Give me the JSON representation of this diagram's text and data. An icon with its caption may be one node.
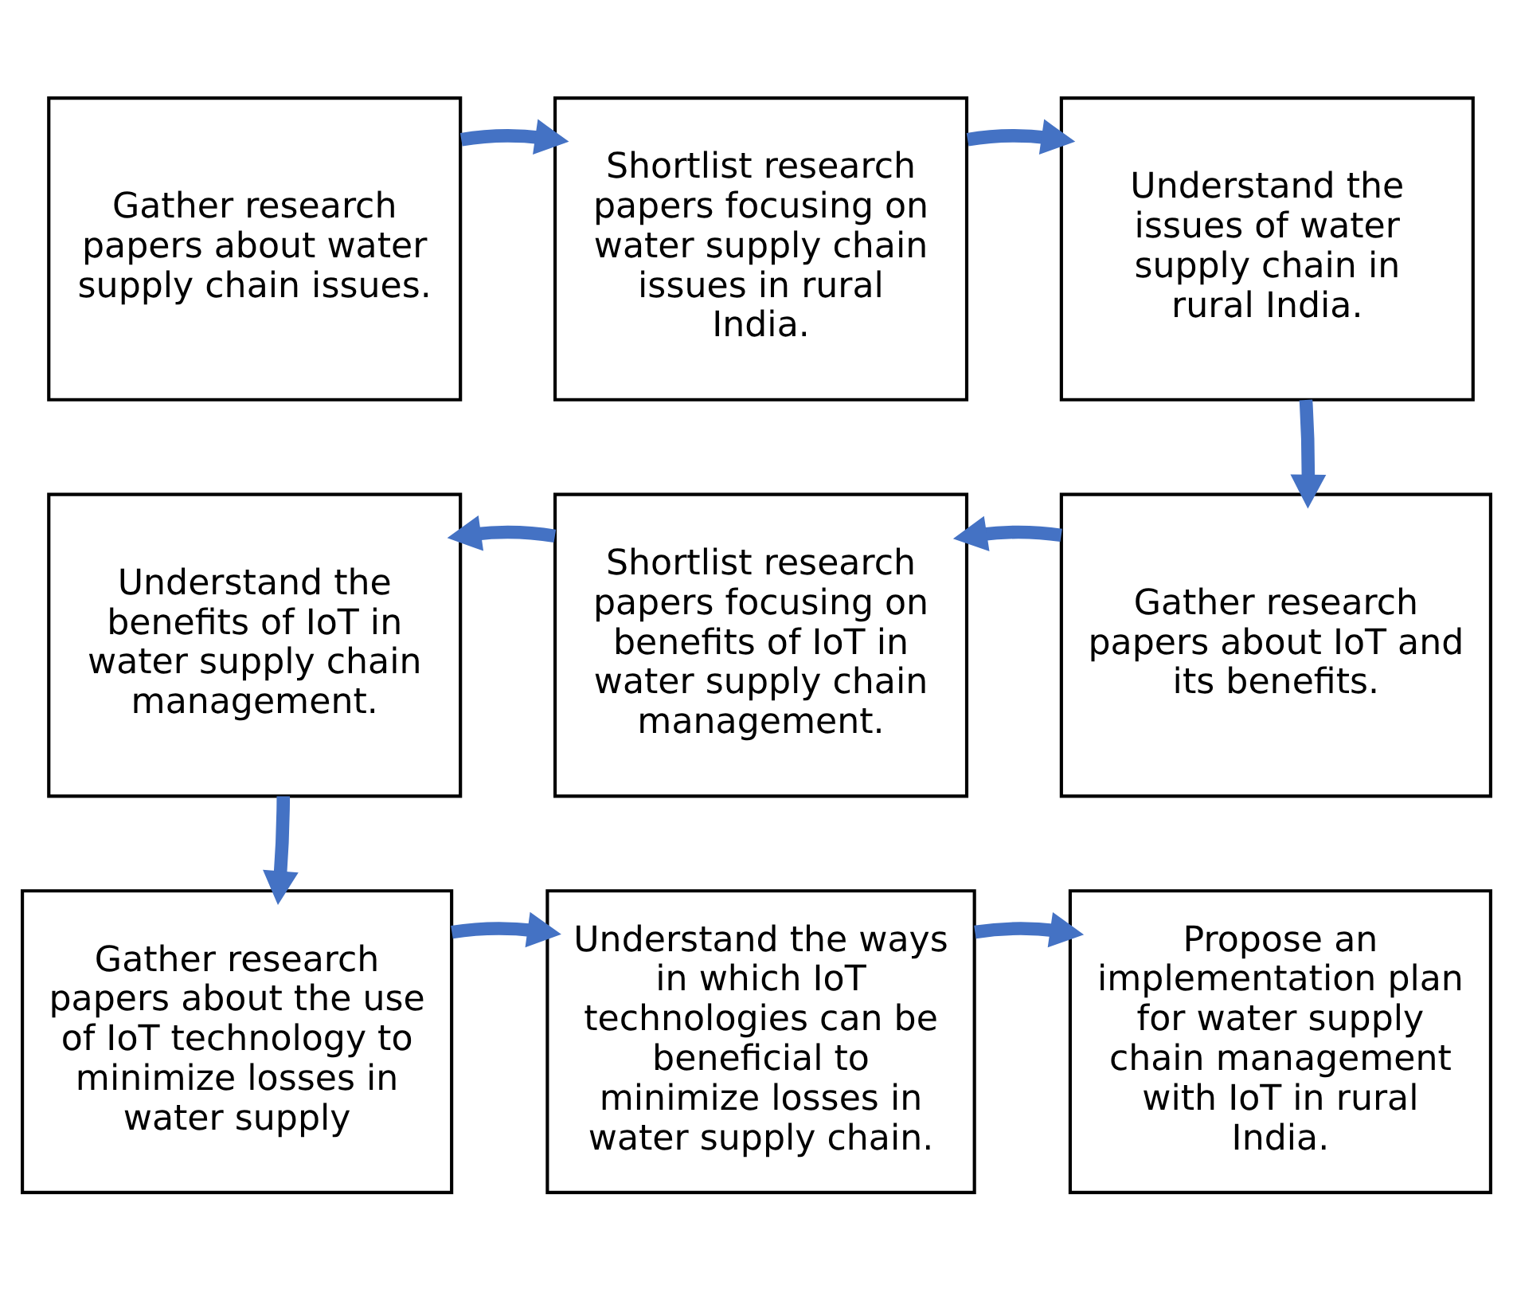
{
  "diagram": {
    "nodes": [
      {
        "text": [
          "Gather research papers about water supply chain issues."
        ]
      },
      {
        "text": [
          "Shortlist research papers focusing on water supply chain issues in rural India."
        ]
      },
      {
        "text": [
          "Understand the issues of water supply chain in rural India."
        ]
      },
      {
        "text": [
          "Gather research papers about IoT and its benefits."
        ]
      },
      {
        "text": [
          "Shortlist research papers focusing on benefits of IoT in water supply chain management."
        ]
      },
      {
        "text": [
          "Understand the benefits of IoT in water supply chain management."
        ]
      },
      {
        "text": [
          "Gather research papers about the use of IoT technology to minimize losses in water supply"
        ]
      },
      {
        "text": [
          "Understand the ways in which IoT technologies can be beneficial to minimize losses in water supply chain."
        ]
      },
      {
        "text": [
          "Propose an implementation plan for water supply chain management with IoT in rural India."
        ]
      }
    ],
    "edges": [
      {
        "from": 0,
        "to": 1,
        "arrow": "to"
      },
      {
        "from": 1,
        "to": 2,
        "arrow": "to"
      },
      {
        "from": 2,
        "to": 3,
        "arrow": "to"
      },
      {
        "from": 3,
        "to": 4,
        "arrow": "to"
      },
      {
        "from": 4,
        "to": 5,
        "arrow": "to"
      },
      {
        "from": 5,
        "to": 6,
        "arrow": "to"
      },
      {
        "from": 6,
        "to": 7,
        "arrow": "to"
      },
      {
        "from": 7,
        "to": 8,
        "arrow": "to"
      }
    ]
  }
}
